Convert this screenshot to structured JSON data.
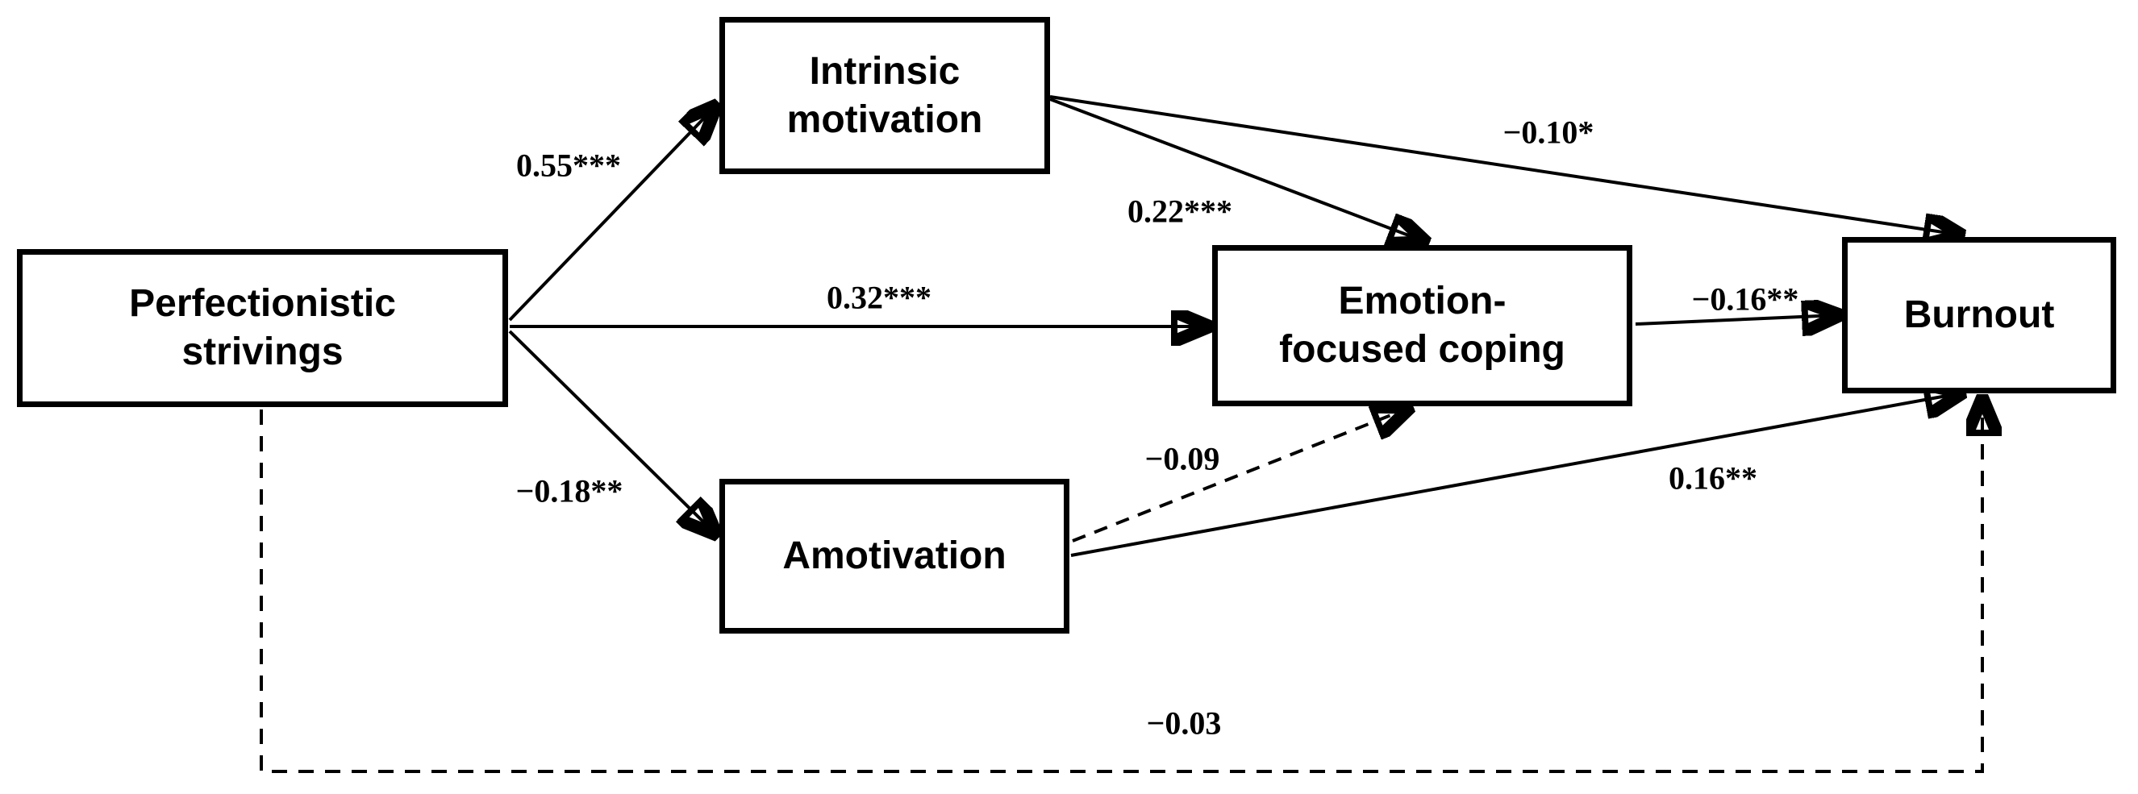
{
  "figure": {
    "kind": "structural path model diagram",
    "background_color": "#ffffff",
    "ink_color": "#000000"
  },
  "nodes": {
    "perfectionistic_strivings": {
      "label": "Perfectionistic\nstrivings"
    },
    "intrinsic_motivation": {
      "label": "Intrinsic\nmotivation"
    },
    "emotion_focused_coping": {
      "label": "Emotion-\nfocused coping"
    },
    "burnout": {
      "label": "Burnout"
    },
    "amotivation": {
      "label": "Amotivation"
    }
  },
  "edges": {
    "ps_to_intrinsic": {
      "from": "Perfectionistic strivings",
      "to": "Intrinsic motivation",
      "coefficient": "0.55***",
      "line": "solid"
    },
    "ps_to_coping": {
      "from": "Perfectionistic strivings",
      "to": "Emotion-focused coping",
      "coefficient": "0.32***",
      "line": "solid"
    },
    "ps_to_amotivation": {
      "from": "Perfectionistic strivings",
      "to": "Amotivation",
      "coefficient": "−0.18**",
      "line": "solid"
    },
    "intrinsic_to_burnout": {
      "from": "Intrinsic motivation",
      "to": "Burnout",
      "coefficient": "−0.10*",
      "line": "solid"
    },
    "intrinsic_to_coping": {
      "from": "Intrinsic motivation",
      "to": "Emotion-focused coping",
      "coefficient": "0.22***",
      "line": "solid"
    },
    "coping_to_burnout": {
      "from": "Emotion-focused coping",
      "to": "Burnout",
      "coefficient": "−0.16**",
      "line": "solid"
    },
    "amotivation_to_coping": {
      "from": "Amotivation",
      "to": "Emotion-focused coping",
      "coefficient": "−0.09",
      "line": "dashed"
    },
    "amotivation_to_burnout": {
      "from": "Amotivation",
      "to": "Burnout",
      "coefficient": "0.16**",
      "line": "solid"
    },
    "ps_to_burnout": {
      "from": "Perfectionistic strivings",
      "to": "Burnout",
      "coefficient": "−0.03",
      "line": "dashed"
    }
  }
}
